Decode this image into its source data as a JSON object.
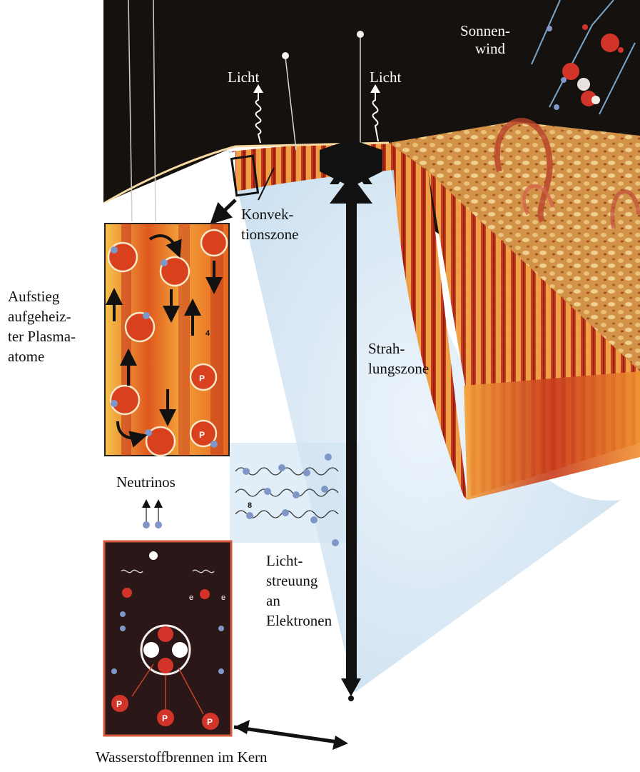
{
  "colors": {
    "space": "#14110f",
    "radiation_zone": "#cfe3f1",
    "convection_orange": "#e8641d",
    "convection_deep": "#b8301a",
    "surface_gold": "#d99a4a",
    "core_panel": "#2b1718",
    "arrow": "#111111",
    "electron": "#7f97c8",
    "proton": "#d23a22"
  },
  "labels": {
    "neutrinos_top": "Neutrinos",
    "licht_left": "Licht",
    "licht_right": "Licht",
    "sonnenwind_1": "Sonnen-",
    "sonnenwind_2": "wind",
    "konvektion_1": "Konvek-",
    "konvektion_2": "tionszone",
    "aufstieg_1": "Aufstieg",
    "aufstieg_2": "aufgeheiz-",
    "aufstieg_3": "ter Plasma-",
    "aufstieg_4": "atome",
    "strahlung_1": "Strah-",
    "strahlung_2": "lungszone",
    "neutrinos_mid": "Neutrinos",
    "licht_streu_1": "Licht-",
    "licht_streu_2": "streuung",
    "licht_streu_3": "an",
    "licht_streu_4": "Elektronen",
    "kern": "Wasserstoffbrennen im Kern",
    "proton_symbol": "P",
    "electron_symbol": "e",
    "inset_number_4": "4",
    "inset_number_8": "8"
  },
  "icons": [
    "neutrino-particle-icon",
    "light-wave-icon",
    "proton-icon",
    "electron-icon",
    "hydrogen-nucleus-icon"
  ]
}
